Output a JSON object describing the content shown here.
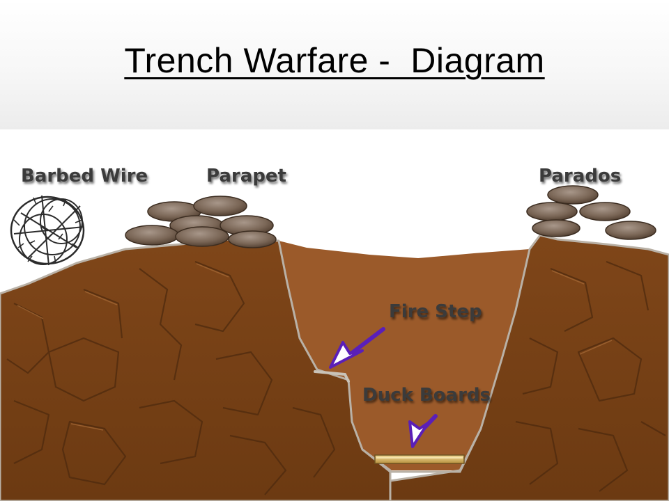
{
  "title": "Trench Warfare -  Diagram",
  "labels": {
    "barbed_wire": "Barbed Wire",
    "parapet": "Parapet",
    "parados": "Parados",
    "fire_step": "Fire Step",
    "duck_boards": "Duck Boards"
  },
  "colors": {
    "earth": "#7a4317",
    "earth_dark": "#4e2a0e",
    "trench_fill": "#9b5a2a",
    "sandbag": "#7d6a5a",
    "duckboard": "#e9c97a",
    "arrow": "#6a2fc8",
    "label_text": "#3a3a3a"
  }
}
